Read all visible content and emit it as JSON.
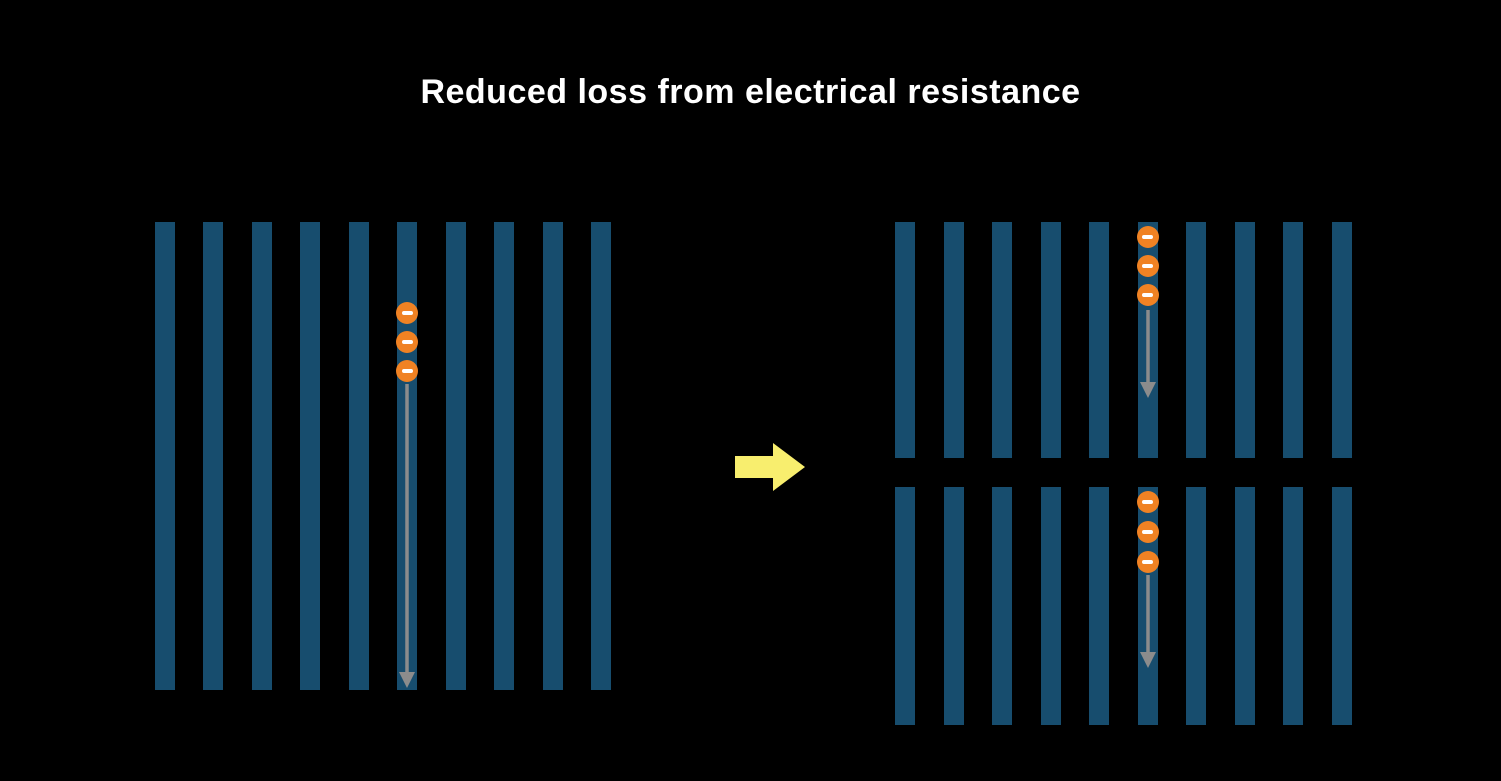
{
  "title": "Reduced loss from electrical resistance",
  "colors": {
    "background": "#000000",
    "title_text": "#ffffff",
    "electrode_bar": "#174d6e",
    "electron_fill": "#f08223",
    "electron_minus": "#ffffff",
    "path_arrow": "#8c8c8c",
    "transform_arrow": "#f8ee6e"
  },
  "panels": {
    "before": {
      "bar_count": 10,
      "electron_column_index": 6,
      "electron_count": 3
    },
    "after": [
      {
        "bar_count": 10,
        "electron_column_index": 6,
        "electron_count": 3
      },
      {
        "bar_count": 10,
        "electron_column_index": 6,
        "electron_count": 3
      }
    ]
  },
  "icons": {
    "electron": "minus-icon",
    "electron_path": "arrow-down-icon",
    "transform": "arrow-right-icon"
  }
}
